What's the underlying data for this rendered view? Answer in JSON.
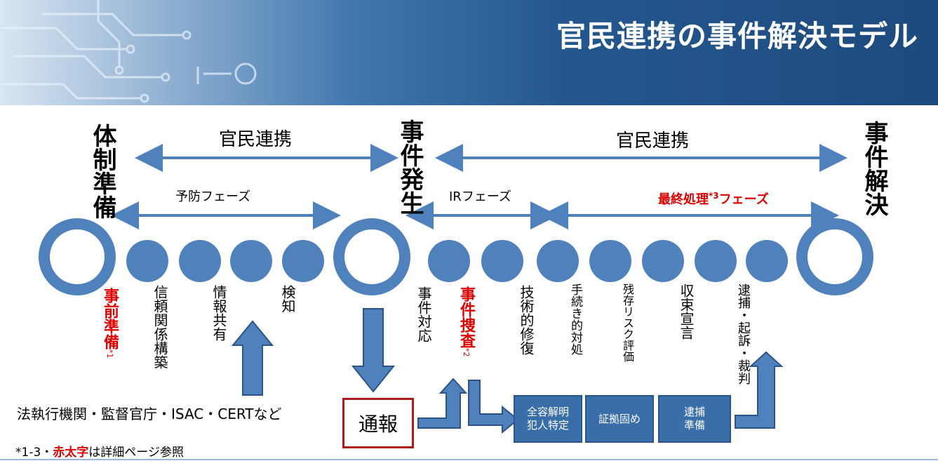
{
  "header": {
    "title": "官民連携の事件解決モデル"
  },
  "phases": {
    "collab_left": "官民連携",
    "collab_right": "官民連携",
    "prevention": "予防フェーズ",
    "ir": "IRフェーズ",
    "final_main": "最終処理",
    "final_sup": "*3",
    "final_tail": "フェーズ"
  },
  "milestones": {
    "preparation": "体制準備",
    "occurrence": "事件発生",
    "resolution": "事件解決"
  },
  "steps": {
    "s1_main": "事前準備",
    "s1_sup": "*1",
    "s2": "信頼関係構築",
    "s3": "情報共有",
    "s4": "検知",
    "s5": "事件対応",
    "s6_main": "事件捜査",
    "s6_sup": "*2",
    "s7": "技術的修復",
    "s8": "手続き的対処",
    "s9": "残存リスク評価",
    "s10": "収束宣言",
    "s11": "逮捕・起訴・裁判"
  },
  "actors": "法執行機関・監督官庁・ISAC・CERTなど",
  "notify": "通報",
  "boxes": {
    "b1_line1": "全容解明",
    "b1_line2": "犯人特定",
    "b2": "証拠固め",
    "b3_line1": "逮捕",
    "b3_line2": "準備"
  },
  "footnote": {
    "pre": "*1-3・",
    "red": "赤太字",
    "post": "は詳細ページ参照"
  },
  "colors": {
    "node": "#4f81bd",
    "arrow": "#4f81bd",
    "red": "#e00000",
    "header_dark": "#1d4a7d"
  }
}
